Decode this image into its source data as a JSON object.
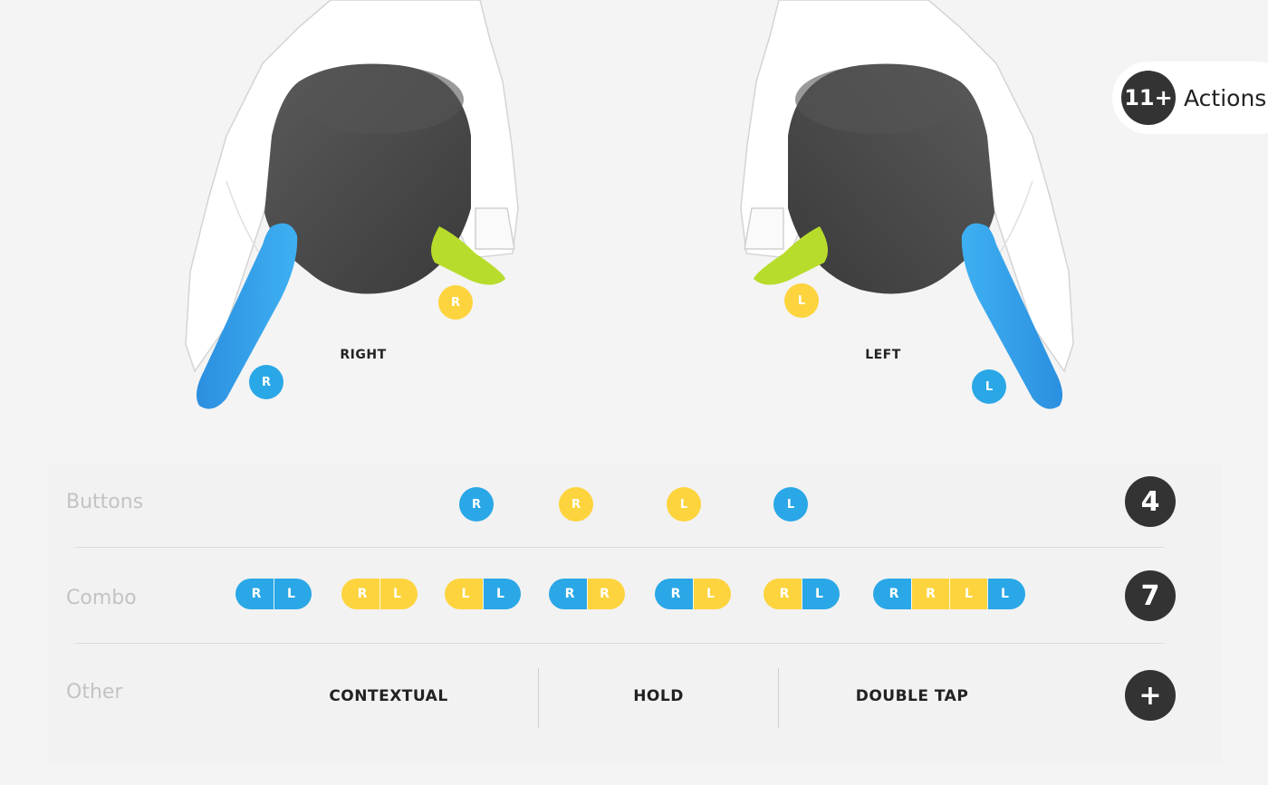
{
  "hands": {
    "right_label": "RIGHT",
    "left_label": "LEFT",
    "right_blue_dot": "R",
    "right_yellow_dot": "R",
    "left_yellow_dot": "L",
    "left_blue_dot": "L"
  },
  "actions": {
    "count": "11+",
    "label": "Actions"
  },
  "buttons_row": {
    "label": "Buttons",
    "count": "4",
    "items": [
      {
        "text": "R",
        "color": "blue"
      },
      {
        "text": "R",
        "color": "yellow"
      },
      {
        "text": "L",
        "color": "yellow"
      },
      {
        "text": "L",
        "color": "blue"
      }
    ]
  },
  "combo_row": {
    "label": "Combo",
    "count": "7",
    "combos": [
      [
        {
          "text": "R",
          "color": "blue"
        },
        {
          "text": "L",
          "color": "blue"
        }
      ],
      [
        {
          "text": "R",
          "color": "yellow"
        },
        {
          "text": "L",
          "color": "yellow"
        }
      ],
      [
        {
          "text": "L",
          "color": "yellow"
        },
        {
          "text": "L",
          "color": "blue"
        }
      ],
      [
        {
          "text": "R",
          "color": "blue"
        },
        {
          "text": "R",
          "color": "yellow"
        }
      ],
      [
        {
          "text": "R",
          "color": "blue"
        },
        {
          "text": "L",
          "color": "yellow"
        }
      ],
      [
        {
          "text": "R",
          "color": "yellow"
        },
        {
          "text": "L",
          "color": "blue"
        }
      ],
      [
        {
          "text": "R",
          "color": "blue"
        },
        {
          "text": "R",
          "color": "yellow"
        },
        {
          "text": "L",
          "color": "yellow"
        },
        {
          "text": "L",
          "color": "blue"
        }
      ]
    ]
  },
  "other_row": {
    "label": "Other",
    "count": "+",
    "items": [
      "CONTEXTUAL",
      "HOLD",
      "DOUBLE TAP"
    ]
  },
  "colors": {
    "blue": "#2aa7e6",
    "yellow": "#fdd43e",
    "lime": "#b8dc2c",
    "device": "#4a4a4a",
    "badge": "#333333"
  }
}
